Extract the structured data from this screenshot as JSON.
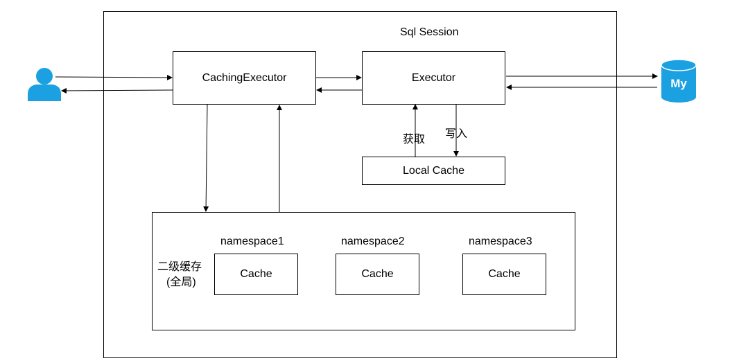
{
  "session": {
    "title": "Sql Session"
  },
  "caching_executor": {
    "label": "CachingExecutor"
  },
  "executor": {
    "label": "Executor"
  },
  "local_cache": {
    "label": "Local Cache"
  },
  "edges": {
    "get_label": "获取",
    "write_label": "写入"
  },
  "second_level": {
    "label_line1": "二级缓存",
    "label_line2": "(全局)",
    "namespaces": [
      {
        "name": "namespace1",
        "cache_label": "Cache"
      },
      {
        "name": "namespace2",
        "cache_label": "Cache"
      },
      {
        "name": "namespace3",
        "cache_label": "Cache"
      }
    ]
  },
  "database": {
    "badge": "My",
    "icon": "mysql-database-icon"
  },
  "user": {
    "icon": "user-icon"
  },
  "colors": {
    "icon_blue": "#1ba1e2",
    "line": "#000000"
  }
}
